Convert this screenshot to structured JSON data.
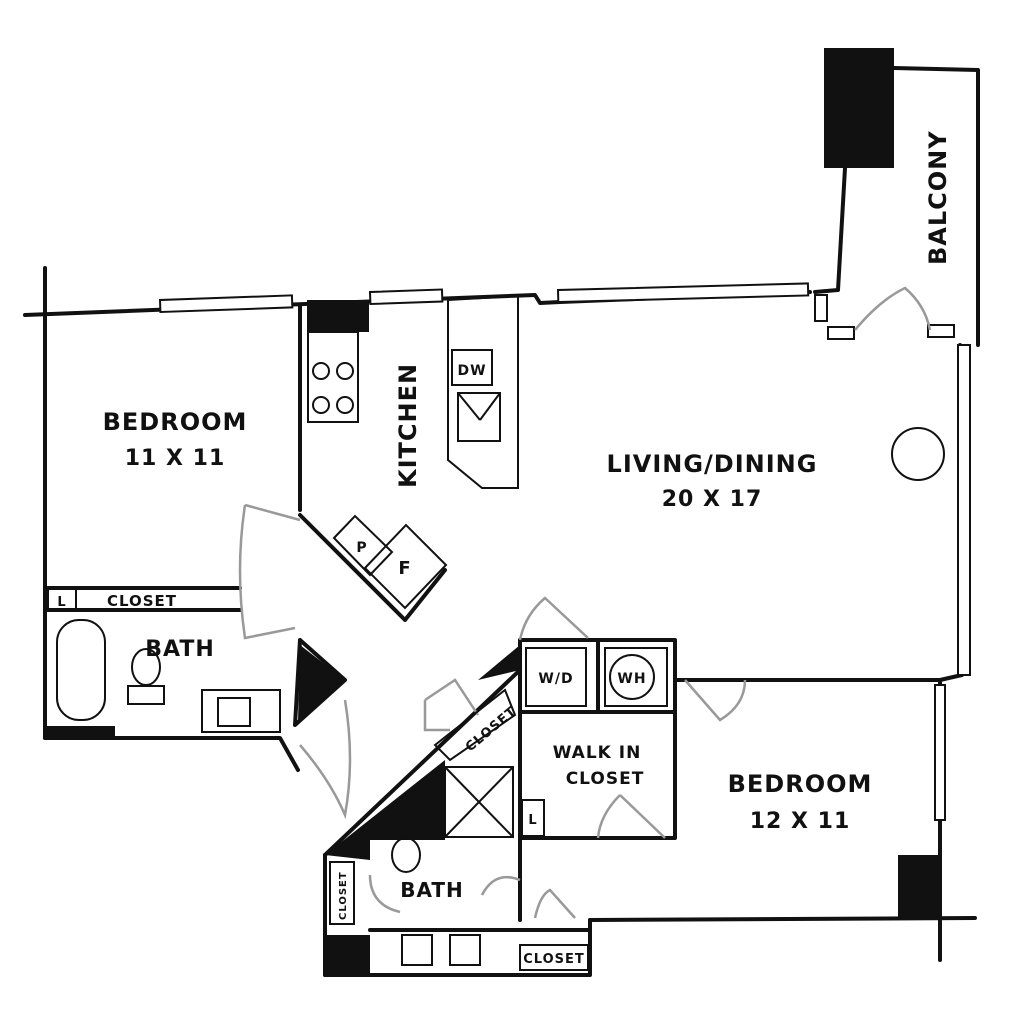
{
  "rooms": {
    "balcony": "BALCONY",
    "bedroom1": {
      "name": "BEDROOM",
      "size": "11 X 11"
    },
    "kitchen": "KITCHEN",
    "living": {
      "name": "LIVING/DINING",
      "size": "20 X 17"
    },
    "bedroom2": {
      "name": "BEDROOM",
      "size": "12 X 11"
    },
    "bath1": "BATH",
    "bath2": "BATH",
    "walkin": {
      "line1": "WALK IN",
      "line2": "CLOSET"
    }
  },
  "fixtures": {
    "dw": "DW",
    "pantry": "P",
    "fridge": "F",
    "linen1": "L",
    "closet1": "CLOSET",
    "wd": "W/D",
    "wh": "WH",
    "hall_closet": "CLOSET",
    "linen2": "L",
    "bath_closet": "CLOSET",
    "bottom_closet": "CLOSET"
  }
}
